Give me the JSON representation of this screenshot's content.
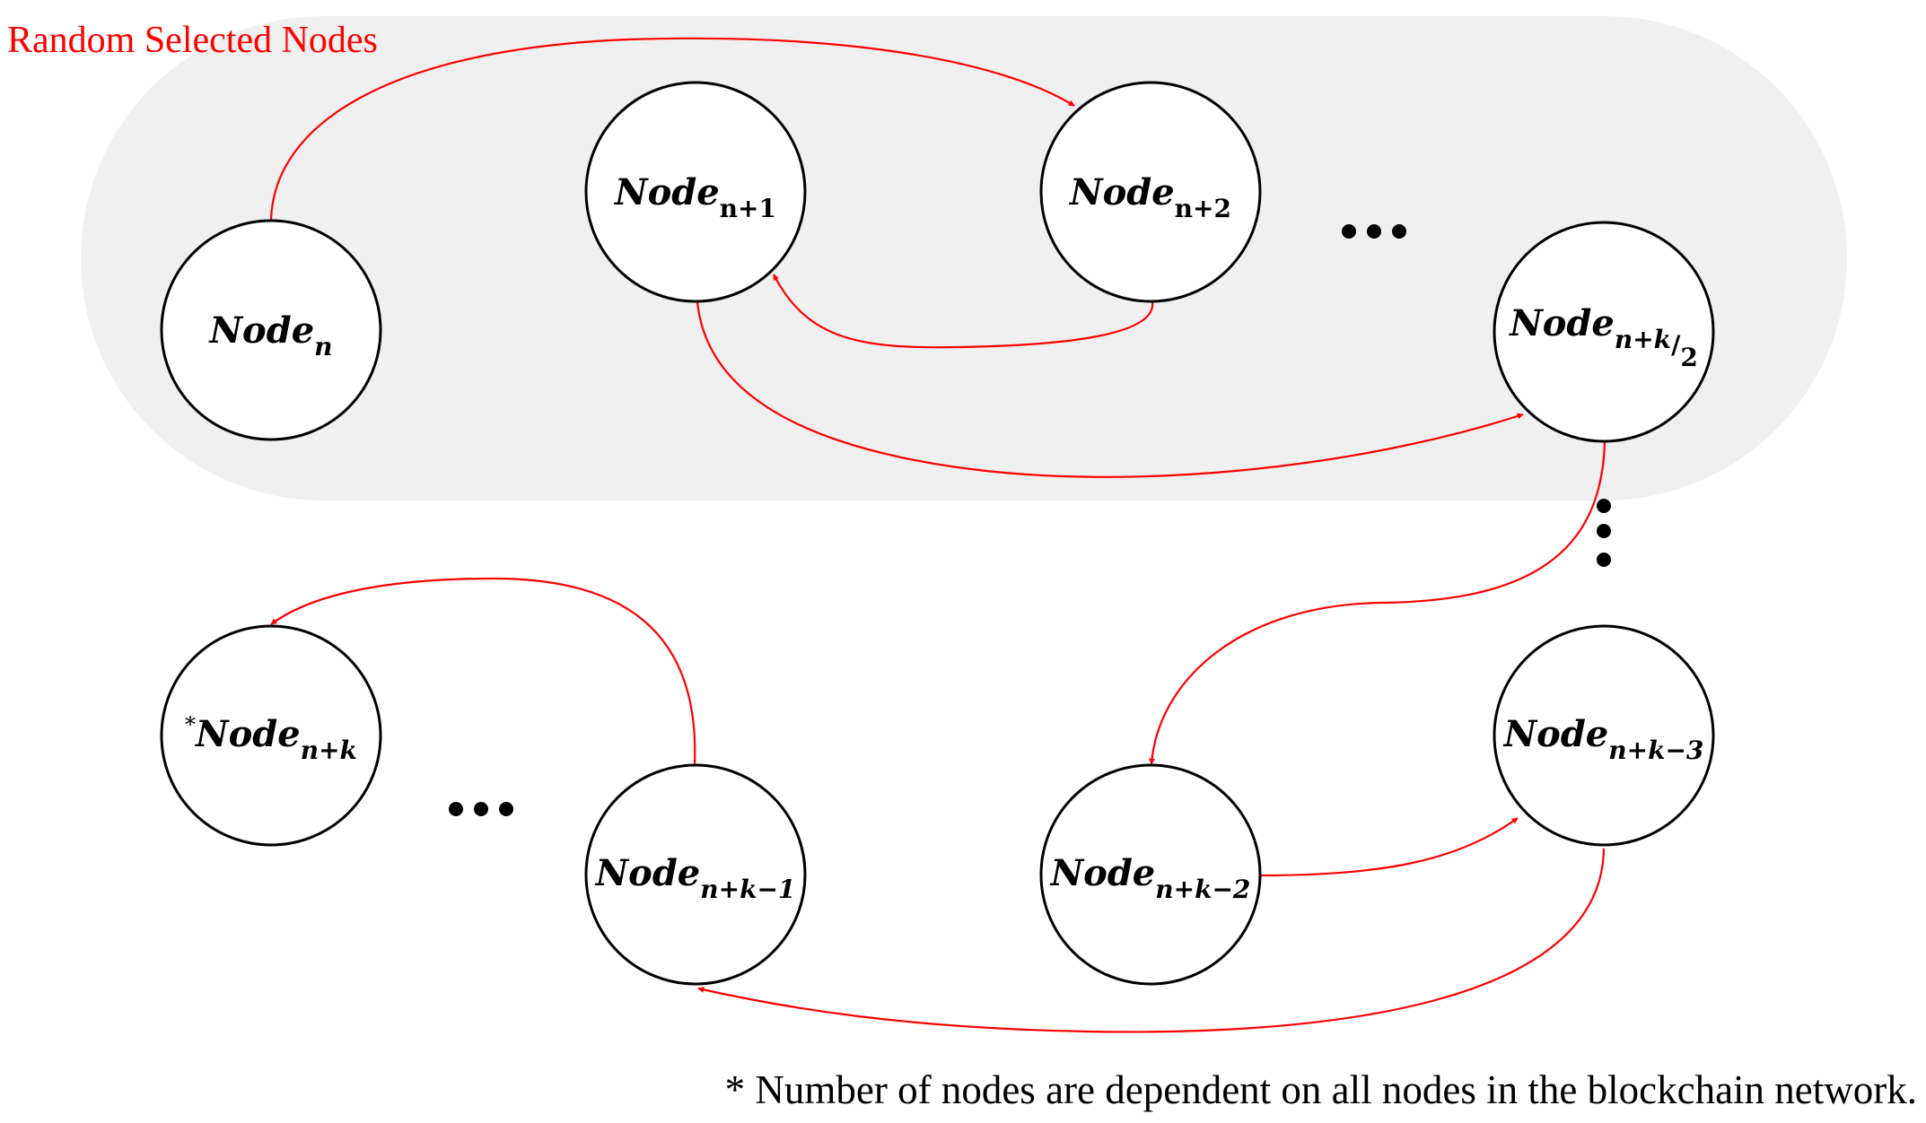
{
  "region": {
    "label": "Random Selected Nodes",
    "fill_color": "#f0f0f0",
    "label_color": "#ff0000"
  },
  "nodes": {
    "n": {
      "base": "Node",
      "sub": "n"
    },
    "n1": {
      "base": "Node",
      "sub": "n+1"
    },
    "n2": {
      "base": "Node",
      "sub": "n+2"
    },
    "nk2": {
      "base": "Node",
      "sub": "n+k",
      "frac_sep": "/",
      "frac_den": "2"
    },
    "nk": {
      "prefix": "*",
      "base": "Node",
      "sub": "n+k"
    },
    "nk1": {
      "base": "Node",
      "sub": "n+k−1"
    },
    "nkm2": {
      "base": "Node",
      "sub": "n+k−2"
    },
    "nk3": {
      "base": "Node",
      "sub": "n+k−3"
    }
  },
  "edges": [
    {
      "from": "n",
      "to": "n2"
    },
    {
      "from": "n2",
      "to": "n1"
    },
    {
      "from": "n1",
      "to": "nk2"
    },
    {
      "from": "nk2",
      "to": "nkm2"
    },
    {
      "from": "nkm2",
      "to": "nk3"
    },
    {
      "from": "nk3",
      "to": "nk1"
    },
    {
      "from": "nk1",
      "to": "nk"
    }
  ],
  "edge_color": "#ff0000",
  "footnote": "* Number of nodes are dependent on all nodes in the blockchain network."
}
